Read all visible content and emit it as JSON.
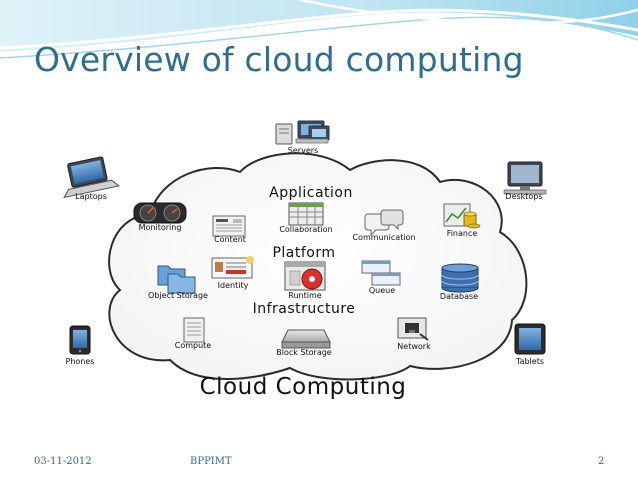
{
  "slide": {
    "title": "Overview of cloud computing",
    "theme_color": "#2d6d8f",
    "footer": {
      "date": "03-11-2012",
      "center": "BPPIMT",
      "page_number": "2"
    }
  },
  "diagram": {
    "cloud_title": "Cloud Computing",
    "sections": {
      "application": "Application",
      "platform": "Platform",
      "infrastructure": "Infrastructure"
    },
    "devices": {
      "servers": "Servers",
      "laptops": "Laptops",
      "desktops": "Desktops",
      "phones": "Phones",
      "tablets": "Tablets"
    },
    "items": {
      "monitoring": "Monitoring",
      "content": "Content",
      "collaboration": "Collaboration",
      "communication": "Communication",
      "finance": "Finance",
      "identity": "Identity",
      "runtime": "Runtime",
      "queue": "Queue",
      "object_storage": "Object Storage",
      "database": "Database",
      "compute": "Compute",
      "block_storage": "Block Storage",
      "network": "Network"
    },
    "icons": {
      "servers": "servers-icon",
      "laptops": "laptop-icon",
      "desktops": "desktop-icon",
      "phones": "phone-icon",
      "tablets": "tablet-icon",
      "monitoring": "gauge-icon",
      "content": "newspaper-icon",
      "collaboration": "spreadsheet-icon",
      "communication": "chat-bubbles-icon",
      "finance": "chart-coins-icon",
      "identity": "id-card-icon",
      "runtime": "disc-window-icon",
      "queue": "stacked-windows-icon",
      "object_storage": "folders-icon",
      "database": "database-icon",
      "compute": "document-server-icon",
      "block_storage": "hard-drive-icon",
      "network": "network-port-icon"
    }
  }
}
